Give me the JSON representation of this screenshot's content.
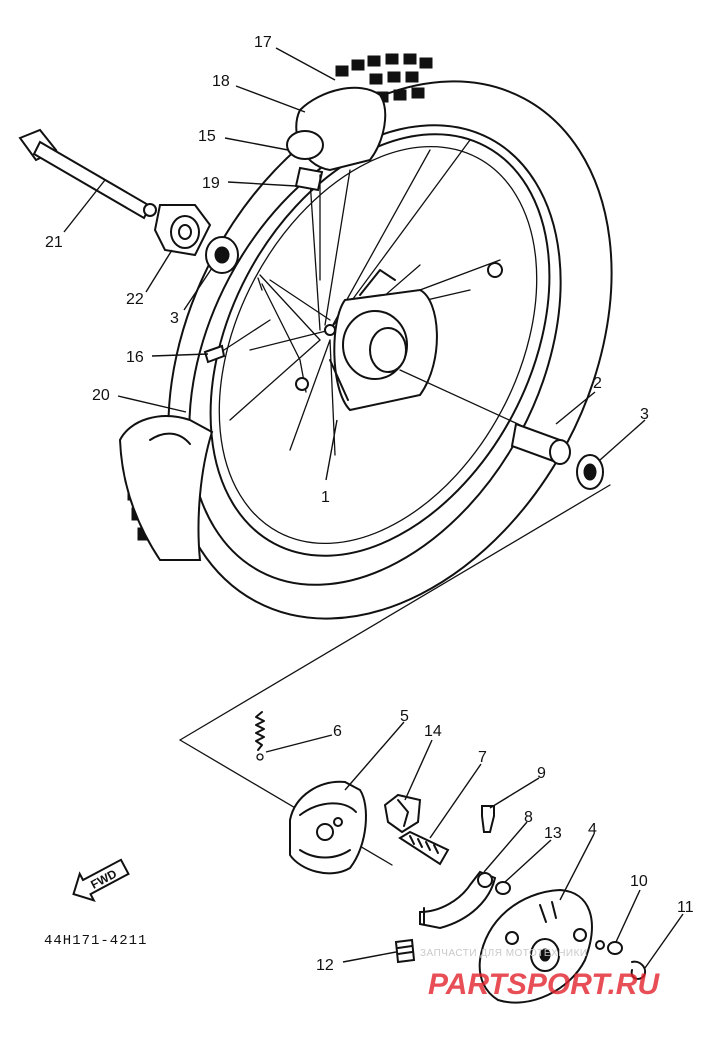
{
  "diagram": {
    "code": "44H171-4211",
    "fwd_label": "FWD",
    "callouts": [
      "17",
      "18",
      "15",
      "19",
      "21",
      "22",
      "3",
      "16",
      "20",
      "1",
      "2",
      "3",
      "6",
      "5",
      "14",
      "7",
      "9",
      "8",
      "13",
      "4",
      "10",
      "11",
      "12"
    ]
  },
  "watermark": {
    "line1": "ЗАПЧАСТИ ДЛЯ МОТОТЕХНИКИ",
    "line2": "PARTSPORT.RU"
  },
  "colors": {
    "ink": "#111111",
    "watermark_red": "#e3222c"
  }
}
